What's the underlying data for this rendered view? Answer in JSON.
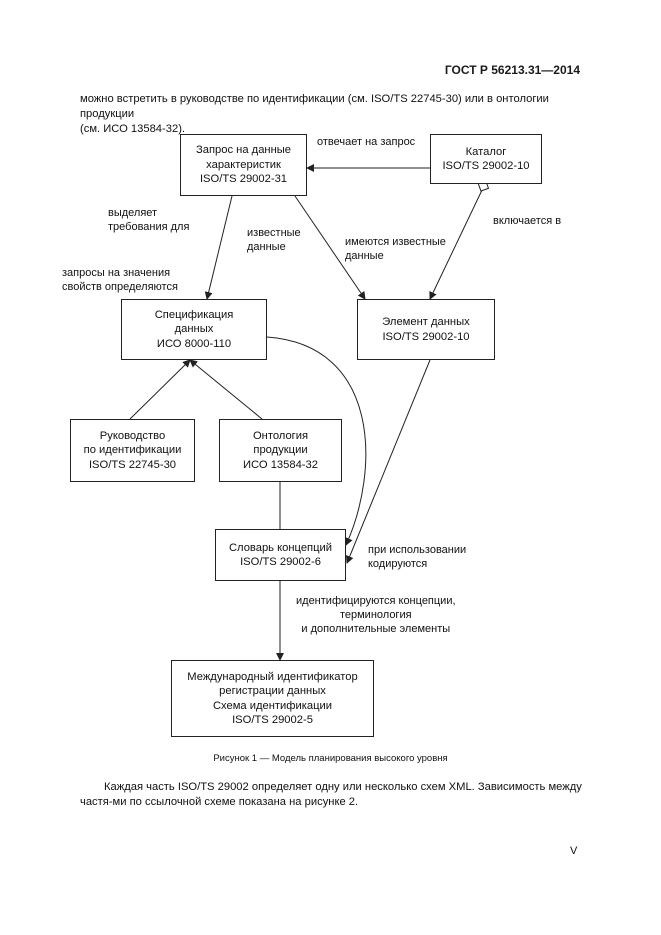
{
  "header": {
    "doc_id": "ГОСТ Р 56213.31—2014"
  },
  "intro": {
    "line1": "можно встретить в руководстве по идентификации (см. ISO/TS 22745-30) или в онтологии продукции",
    "line2": "(см. ИСО 13584-32)."
  },
  "diagram": {
    "boxes": {
      "query": [
        "Запрос на данные",
        "характеристик",
        "ISO/TS 29002-31"
      ],
      "catalog": [
        "Каталог",
        "ISO/TS 29002-10"
      ],
      "spec": [
        "Спецификация",
        "данных",
        "ИСО 8000-110"
      ],
      "element": [
        "Элемент данных",
        "ISO/TS 29002-10"
      ],
      "guide": [
        "Руководство",
        "по идентификации",
        "ISO/TS 22745-30"
      ],
      "ontology": [
        "Онтология",
        "продукции",
        "ИСО 13584-32"
      ],
      "dictionary": [
        "Словарь концепций",
        "ISO/TS 29002-6"
      ],
      "identifier": [
        "Международный идентификатор",
        "регистрации данных",
        "Схема идентификации",
        "ISO/TS 29002-5"
      ]
    },
    "labels": {
      "responds": "отвечает на запрос",
      "allocates": [
        "выделяет",
        "требования для"
      ],
      "known": [
        "известные",
        "данные"
      ],
      "have_known": [
        "имеются известные",
        "данные"
      ],
      "included": "включается в",
      "queries": [
        "запросы на значения",
        "свойств определяются"
      ],
      "when_used": [
        "при использовании",
        "кодируются"
      ],
      "identify": [
        "идентифицируются концепции,",
        "терминология",
        "и дополнительные элементы"
      ]
    }
  },
  "caption": "Рисунок 1 — Модель планирования высокого уровня",
  "paragraph": "Каждая часть ISO/TS 29002 определяет одну или несколько схем XML. Зависимость между частя-ми по ссылочной схеме показана на рисунке 2.",
  "page_number": "V"
}
